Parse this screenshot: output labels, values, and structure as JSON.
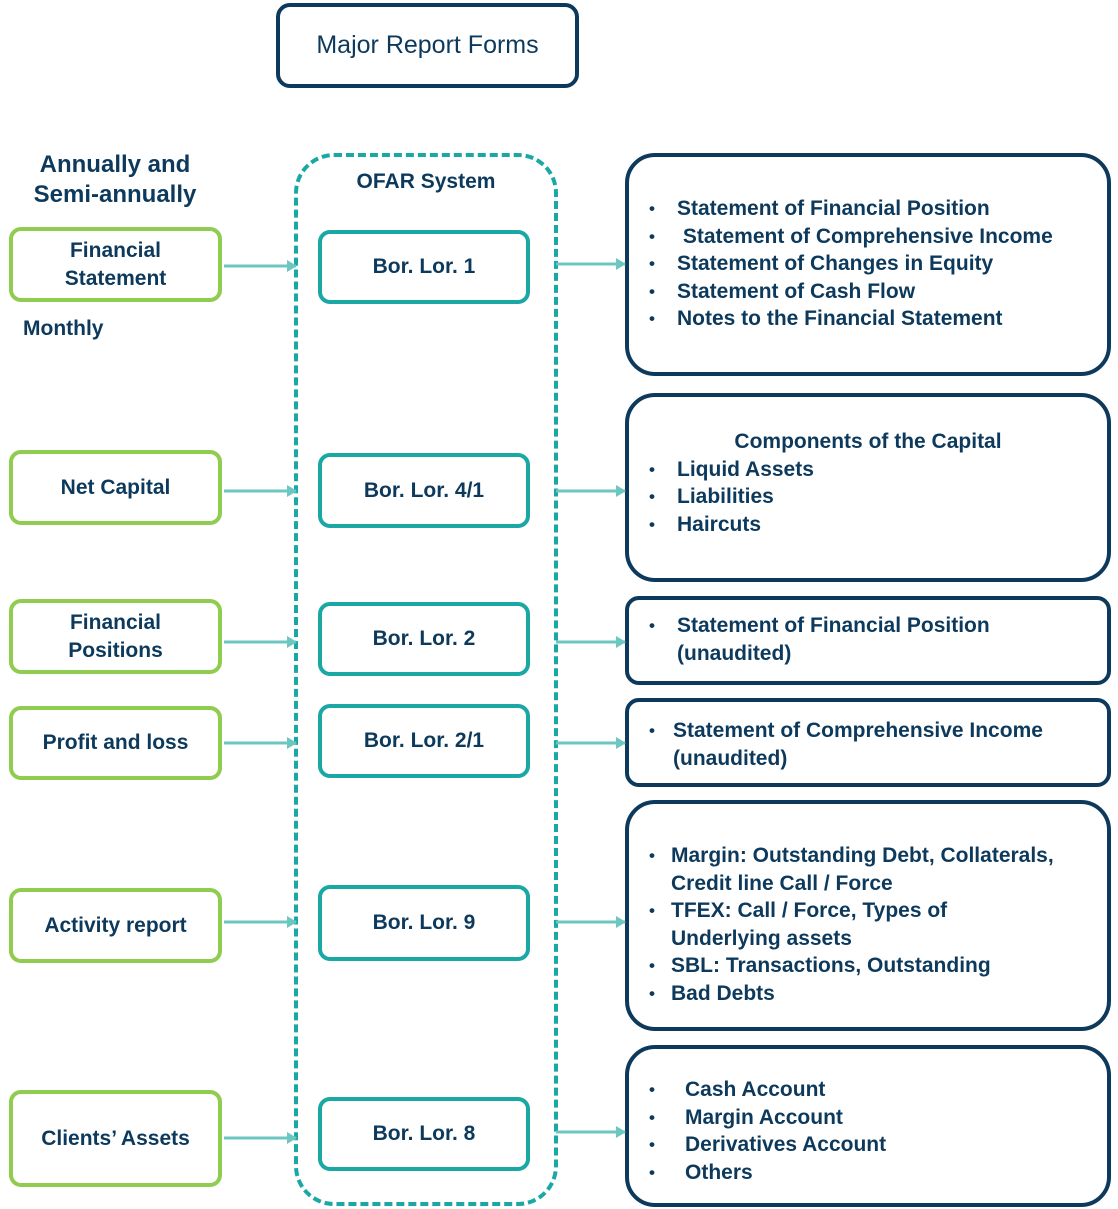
{
  "title": "Major Report Forms",
  "frequency": {
    "annual_line1": "Annually and",
    "annual_line2": "Semi-annually",
    "monthly": "Monthly"
  },
  "system": {
    "label": "OFAR System"
  },
  "colors": {
    "navy": "#0d3a5c",
    "green": "#8fcc4f",
    "teal": "#1aa8a4",
    "arrow": "#6cc7c1"
  },
  "rows": [
    {
      "source_line1": "Financial",
      "source_line2": "Statement",
      "form": "Bor. Lor. 1",
      "items": [
        "Statement  of  Financial Position",
        " Statement of Comprehensive Income",
        "Statement of Changes in Equity",
        "Statement of Cash Flow",
        "Notes to the Financial Statement"
      ]
    },
    {
      "source_line1": "Net Capital",
      "source_line2": "",
      "form": "Bor. Lor. 4/1",
      "heading": "Components of the Capital",
      "items": [
        "Liquid Assets",
        "Liabilities",
        "Haircuts"
      ]
    },
    {
      "source_line1": "Financial",
      "source_line2": "Positions",
      "form": "Bor. Lor. 2",
      "items": [
        "Statement of Financial Position",
        "(unaudited)"
      ]
    },
    {
      "source_line1": "Profit and loss",
      "source_line2": "",
      "form": "Bor. Lor. 2/1",
      "items": [
        "Statement of Comprehensive Income",
        "(unaudited)"
      ]
    },
    {
      "source_line1": "Activity report",
      "source_line2": "",
      "form": "Bor. Lor. 9",
      "items": [
        "Margin: Outstanding Debt, Collaterals,",
        "Credit line Call / Force",
        "TFEX: Call / Force, Types of",
        "Underlying assets",
        "SBL: Transactions, Outstanding",
        "Bad Debts"
      ]
    },
    {
      "source_line1": "Clients’ Assets",
      "source_line2": "",
      "form": "Bor. Lor.  8",
      "items": [
        "Cash Account",
        "Margin Account",
        "Derivatives Account",
        "Others"
      ]
    }
  ]
}
